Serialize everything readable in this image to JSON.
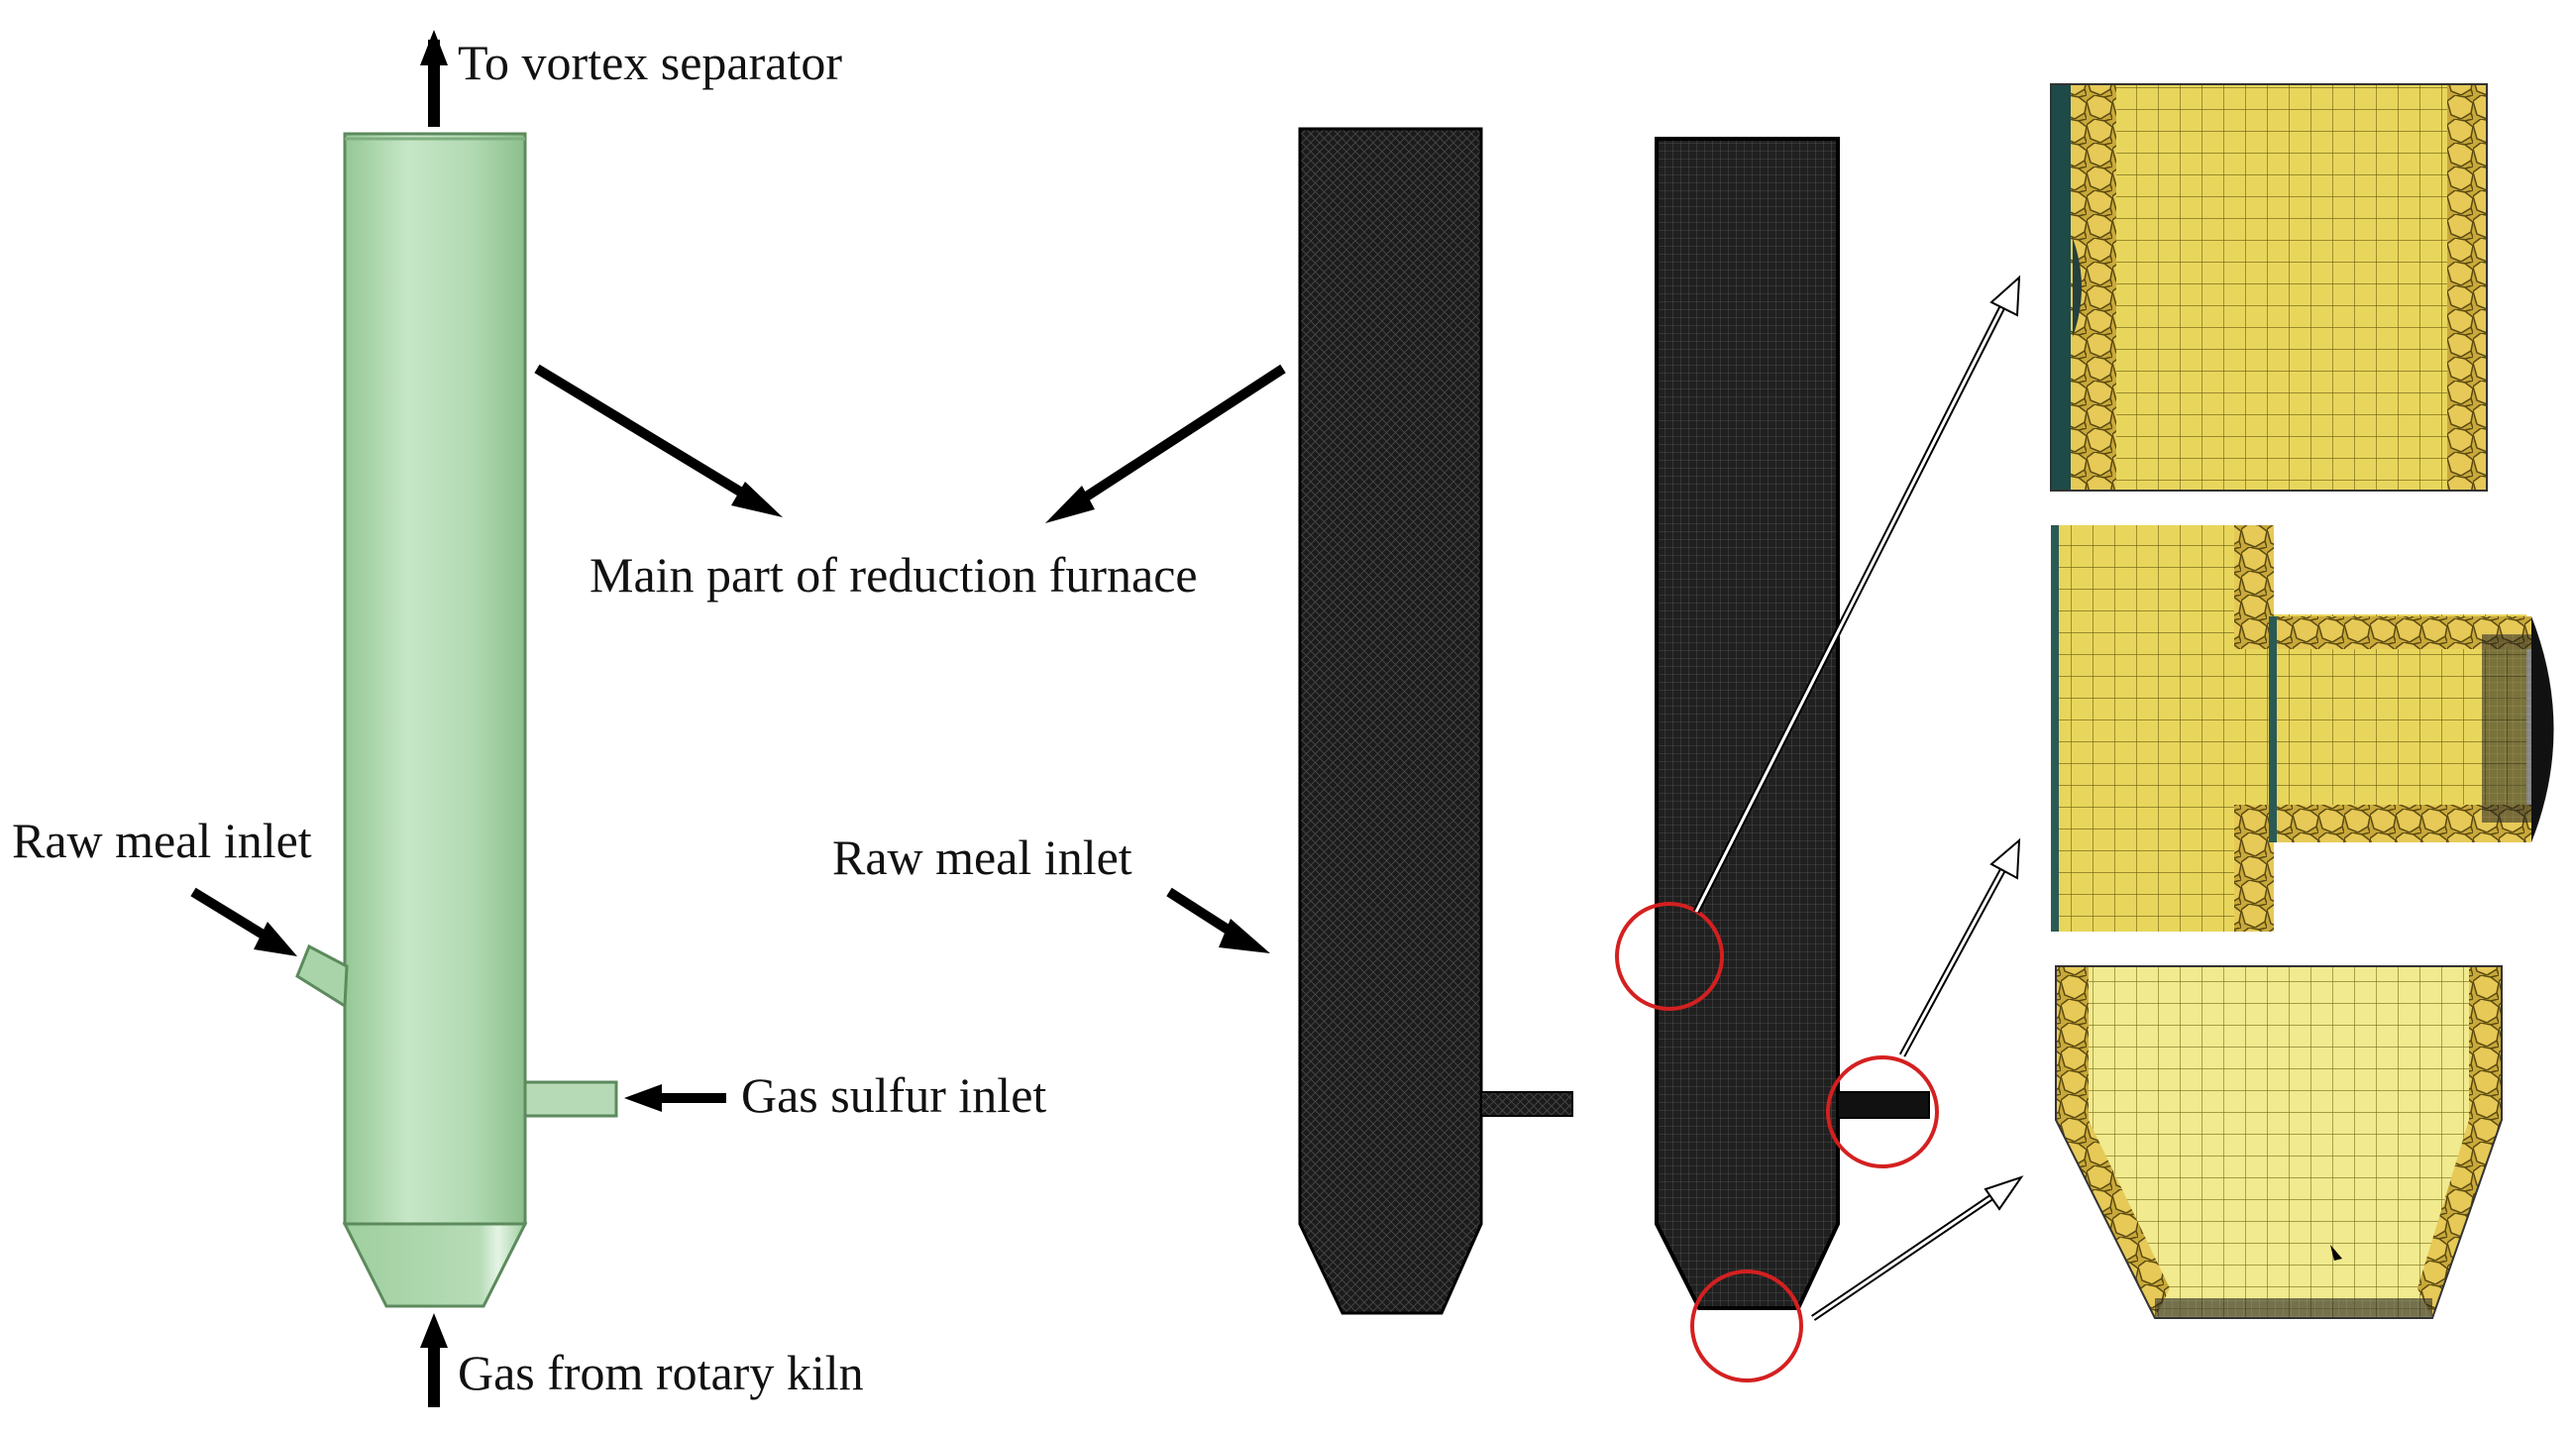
{
  "labels": {
    "top_outlet": "To vortex separator",
    "bottom_inlet": "Gas from rotary kiln",
    "main_part": "Main part of reduction furnace",
    "raw_meal_left": "Raw meal inlet",
    "raw_meal_right": "Raw meal inlet",
    "gas_sulfur": "Gas sulfur inlet"
  },
  "colors": {
    "furnace_body": "#b7dcb7",
    "furnace_shadow": "#8fc091",
    "mesh_dark": "#1a1a1a",
    "mesh_fill": "#e8d65c",
    "mesh_line": "#6b5d12",
    "highlight_circle": "#d42020",
    "arrow": "#000000"
  },
  "zoom_panels": [
    "wall-mesh-detail",
    "sulfur-inlet-mesh-detail",
    "cone-bottom-mesh-detail"
  ]
}
